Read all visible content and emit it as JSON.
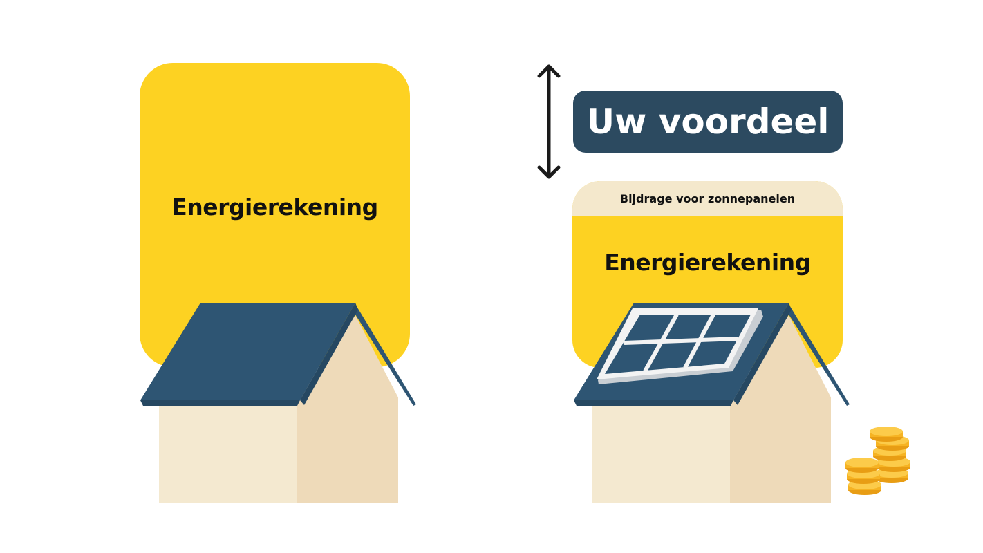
{
  "left_panel": {
    "bill_label": "Energierekening"
  },
  "right_panel": {
    "benefit_label": "Uw voordeel",
    "contribution_label": "Bijdrage voor zonnepanelen",
    "bill_label": "Energierekening"
  },
  "colors": {
    "bill_yellow": "#FDD222",
    "contribution_beige": "#F4E8CC",
    "benefit_navy": "#2C4A60",
    "roof_blue": "#2E5573",
    "wall_front": "#F4E9D0",
    "wall_side": "#EEDAB9",
    "coin_gold": "#F6B323"
  },
  "icons": {
    "arrow": "double-arrow-vertical-icon",
    "house": "house-icon",
    "solar_panel": "solar-panel-icon",
    "coins": "coin-stack-icon"
  }
}
